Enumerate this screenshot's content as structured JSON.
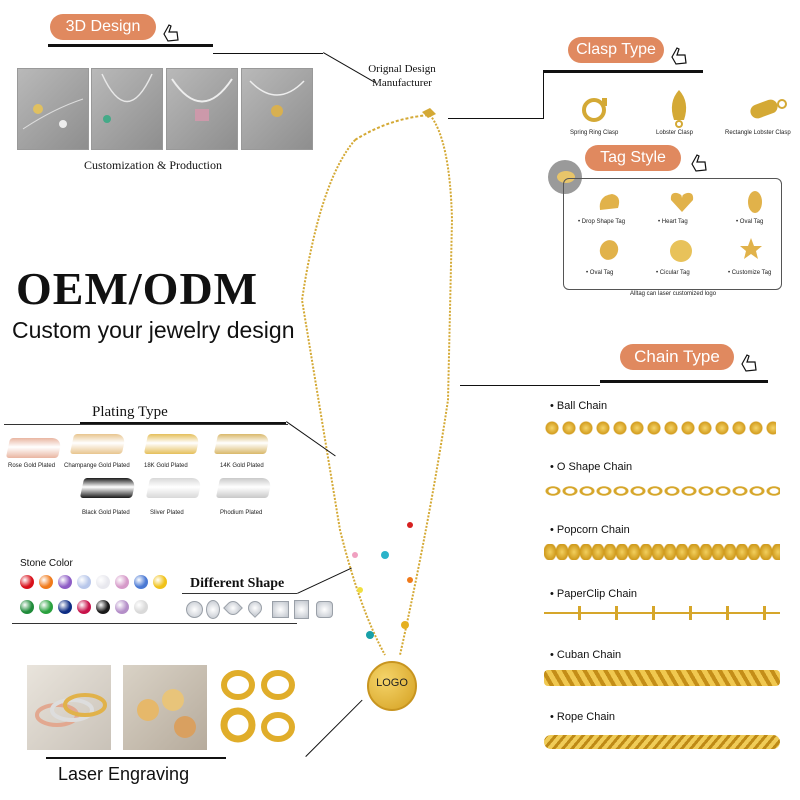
{
  "headline": "OEM/ODM",
  "subheadline": "Custom your jewelry design",
  "design_section": {
    "pill_label": "3D Design",
    "caption": "Customization & Production"
  },
  "original_design": "Orignal Design Manufacturer",
  "clasp_section": {
    "pill_label": "Clasp Type",
    "items": [
      "Spring Ring Clasp",
      "Lobster Clasp",
      "Rectangle Lobster Clasp"
    ]
  },
  "tag_section": {
    "pill_label": "Tag Style",
    "items": [
      "Drop Shape Tag",
      "Heart Tag",
      "Oval Tag",
      "Oval Tag",
      "Cicular Tag",
      "Customize Tag"
    ],
    "note": "Alltag can laser customized logo"
  },
  "chain_section": {
    "pill_label": "Chain Type",
    "items": [
      "Ball Chain",
      "O Shape Chain",
      "Popcorn Chain",
      "PaperClip Chain",
      "Cuban Chain",
      "Rope Chain"
    ]
  },
  "plating_section": {
    "title": "Plating Type",
    "items": [
      "Rose Gold Plated",
      "Champange Gold Plated",
      "18K Gold Plated",
      "14K Gold Plated",
      "Black Gold Plated",
      "Sliver Plated",
      "Phodium Plated"
    ],
    "colors": [
      "#e9b5a1",
      "#e8c58e",
      "#e5bf5a",
      "#d9b86a",
      "#1a1a1a",
      "#d8d8d8",
      "#c9c9c9"
    ]
  },
  "stone_section": {
    "title": "Stone Color",
    "colors": [
      "#d8101b",
      "#f07a1a",
      "#8d5cc5",
      "#b8c7ea",
      "#e8e8ee",
      "#d69ac9",
      "#4a79d4",
      "#f0c21a",
      "#1f8b3a",
      "#2aa13e",
      "#0e2d84",
      "#c8124a",
      "#1a1a1a",
      "#b48ec8",
      "#d9d9d9"
    ]
  },
  "shape_section": {
    "title": "Different Shape"
  },
  "laser_section": {
    "title": "Laser Engraving"
  },
  "pendant_logo": "LOGO"
}
